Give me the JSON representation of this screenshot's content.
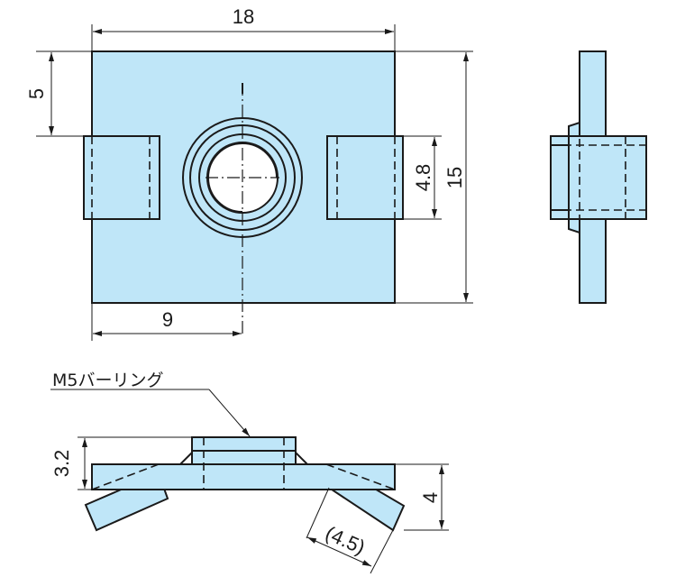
{
  "dimensions": {
    "width_top": "18",
    "slot_offset": "5",
    "slot_height": "4.8",
    "height_total": "15",
    "center_offset": "9",
    "burring_height": "3.2",
    "overall_thickness": "4",
    "tab_length": "(4.5)"
  },
  "annotation": {
    "burring_label": "M5バーリング"
  }
}
